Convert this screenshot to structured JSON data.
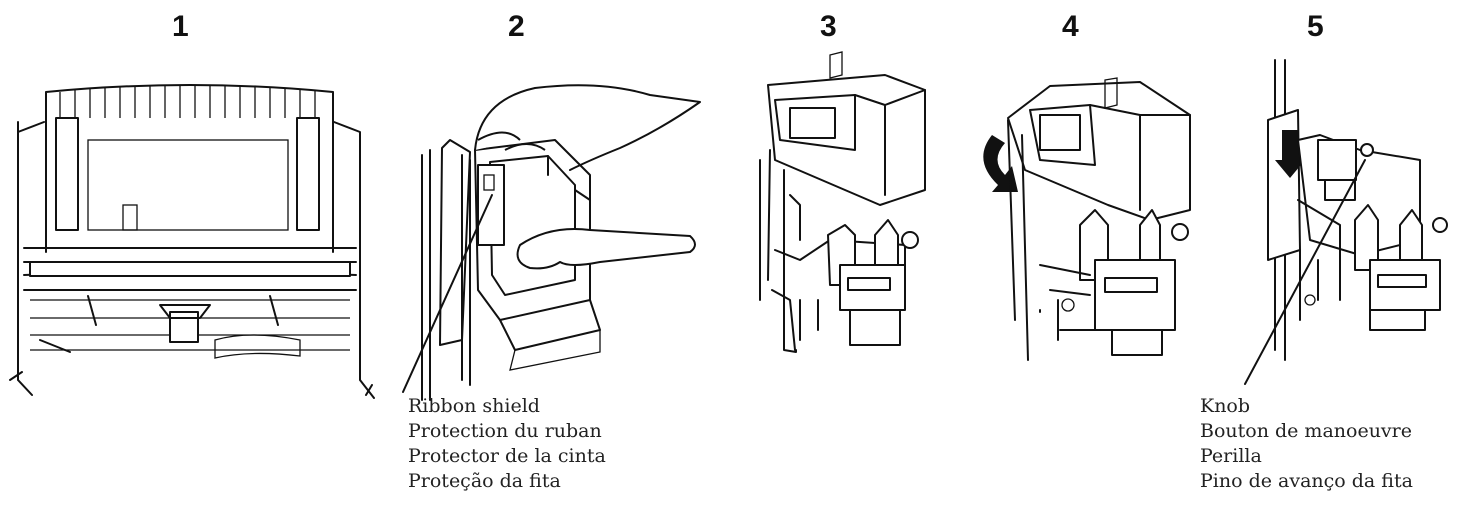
{
  "steps": [
    {
      "number": "1"
    },
    {
      "number": "2"
    },
    {
      "number": "3"
    },
    {
      "number": "4"
    },
    {
      "number": "5"
    }
  ],
  "callouts": {
    "ribbon_shield": [
      "Ribbon shield",
      "Protection du ruban",
      "Protector de la cinta",
      "Proteção da fita"
    ],
    "knob": [
      "Knob",
      "Bouton de manoeuvre",
      "Perilla",
      "Pino de avanço da fita"
    ]
  },
  "colors": {
    "line": "#111111",
    "background": "#ffffff"
  }
}
